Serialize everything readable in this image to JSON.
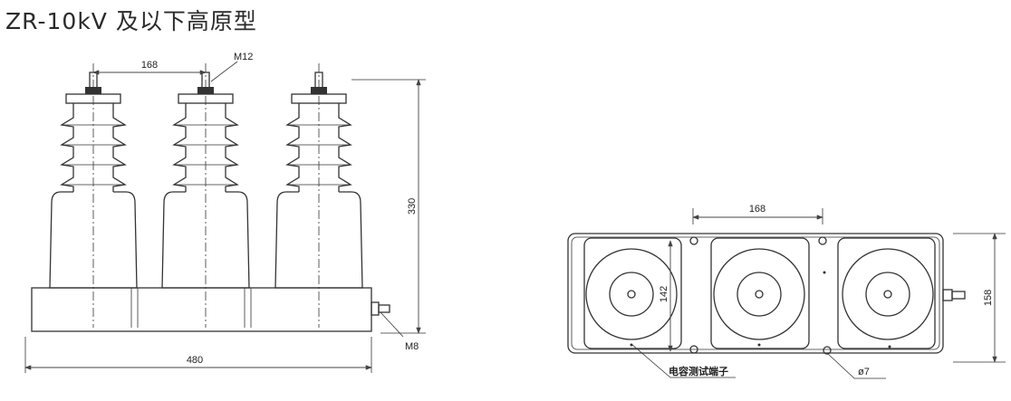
{
  "title": "ZR-10kV 及以下高原型",
  "front_view": {
    "pitch_dim": "168",
    "terminal_thread": "M12",
    "height_dim": "330",
    "length_dim": "480",
    "ground_thread": "M8"
  },
  "top_view": {
    "pitch_dim": "168",
    "inner_dim": "142",
    "width_dim": "158",
    "test_terminal_label": "电容测试端子",
    "hole_dia": "ø7"
  }
}
